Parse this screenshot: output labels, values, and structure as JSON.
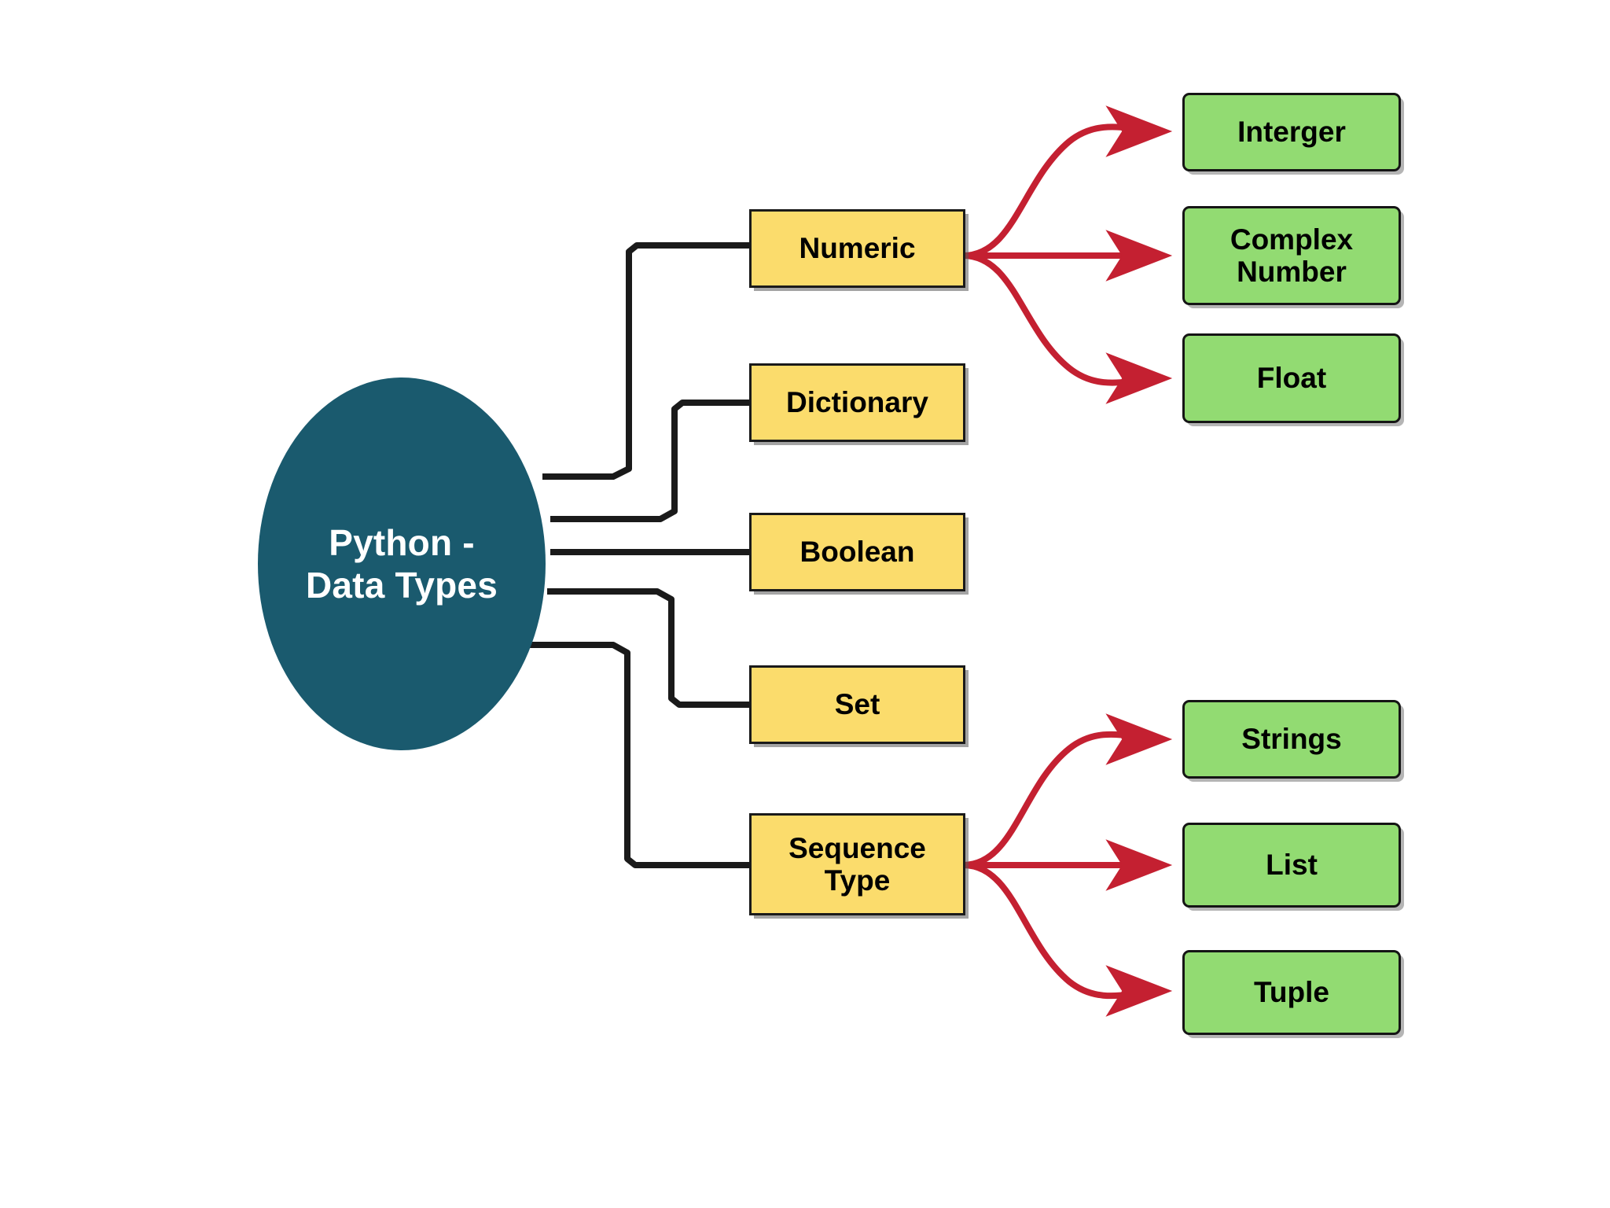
{
  "diagram": {
    "title": "Python - Data Types",
    "type": "mind-map",
    "colors": {
      "root_fill": "#1A5A6E",
      "root_text": "#FFFFFF",
      "branch_fill": "#FBDC6C",
      "branch_border": "#1A1A1A",
      "leaf_fill": "#92DB72",
      "leaf_border": "#151515",
      "elbow_connector": "#1A1A1A",
      "arrow_connector": "#C42031",
      "background": "#FFFFFF"
    },
    "root": {
      "label_line1": "Python -",
      "label_line2": "Data Types"
    },
    "branches": [
      {
        "id": "numeric",
        "label_line1": "Numeric",
        "label_line2": "",
        "leaves": [
          {
            "id": "interger",
            "label_line1": "Interger",
            "label_line2": ""
          },
          {
            "id": "complex-number",
            "label_line1": "Complex",
            "label_line2": "Number"
          },
          {
            "id": "float",
            "label_line1": "Float",
            "label_line2": ""
          }
        ]
      },
      {
        "id": "dictionary",
        "label_line1": "Dictionary",
        "label_line2": "",
        "leaves": []
      },
      {
        "id": "boolean",
        "label_line1": "Boolean",
        "label_line2": "",
        "leaves": []
      },
      {
        "id": "set",
        "label_line1": "Set",
        "label_line2": "",
        "leaves": []
      },
      {
        "id": "sequence-type",
        "label_line1": "Sequence",
        "label_line2": "Type",
        "leaves": [
          {
            "id": "strings",
            "label_line1": "Strings",
            "label_line2": ""
          },
          {
            "id": "list",
            "label_line1": "List",
            "label_line2": ""
          },
          {
            "id": "tuple",
            "label_line1": "Tuple",
            "label_line2": ""
          }
        ]
      }
    ]
  }
}
